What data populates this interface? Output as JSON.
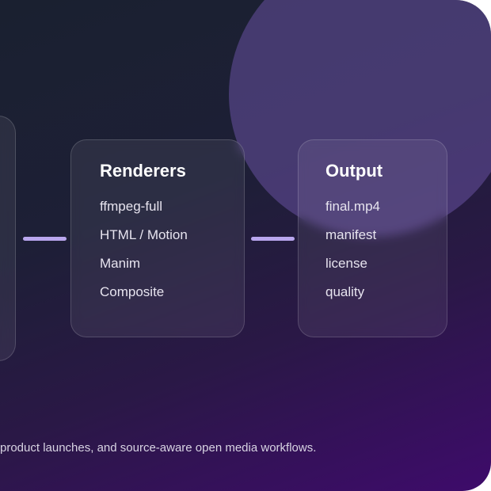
{
  "diagram": {
    "renderers": {
      "title": "Renderers",
      "items": [
        "ffmpeg-full",
        "HTML / Motion",
        "Manim",
        "Composite"
      ]
    },
    "output": {
      "title": "Output",
      "items": [
        "final.mp4",
        "manifest",
        "license",
        "quality"
      ]
    }
  },
  "caption": "product launches, and source-aware open media workflows.",
  "colors": {
    "connector": "#b9a6ee",
    "background_top": "#1a2030",
    "background_bottom": "#3e0b6b",
    "accent_circle": "#6850a0"
  }
}
